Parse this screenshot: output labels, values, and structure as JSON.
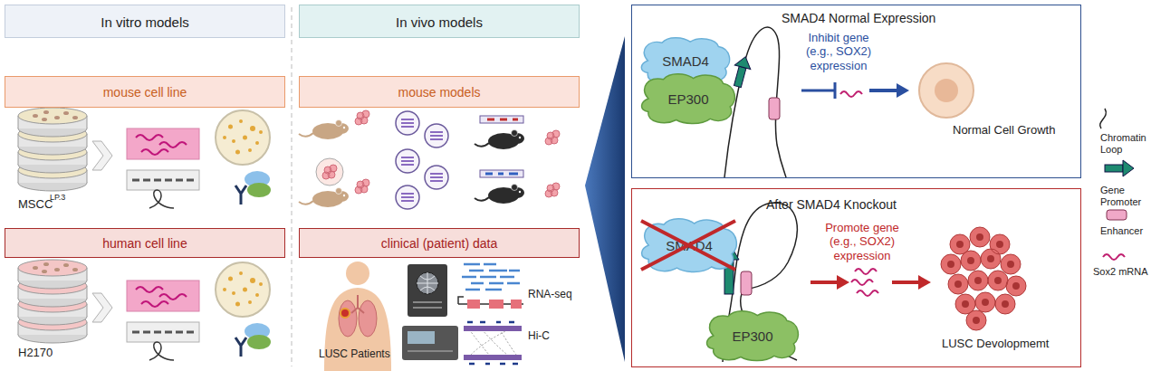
{
  "diagram": {
    "nodes": [
      {
        "text": [
          "In vitro models"
        ]
      },
      {
        "text": [
          "In vivo models"
        ]
      },
      {
        "text": [
          "mouse cell line"
        ]
      },
      {
        "text": [
          "mouse models"
        ]
      },
      {
        "text": [
          "human cell line"
        ]
      },
      {
        "text": [
          "clinical (patient) data"
        ]
      },
      {
        "text": [
          "SMAD4 Normal Expression"
        ]
      },
      {
        "text": [
          "SMAD4"
        ],
        "in": 6
      },
      {
        "text": [
          "EP300"
        ],
        "in": 6
      },
      {
        "text": [
          "After SMAD4 Knockout"
        ]
      },
      {
        "text": [
          "SMAD4"
        ],
        "in": 9
      },
      {
        "text": [
          "EP300"
        ],
        "in": 9
      }
    ],
    "labels": [
      "MSCC",
      "LP.3",
      "H2170",
      "LUSC Patients",
      "RNA-seq",
      "Hi-C",
      "Inhibit gene (e.g., SOX2) expression",
      "Normal Cell Growth",
      "Promote gene (e.g., SOX2) expression",
      "LUSC Devolopmemt"
    ],
    "legend": [
      {
        "text": "Chromatin Loop"
      },
      {
        "text": "Gene Promoter"
      },
      {
        "text": "Enhancer"
      },
      {
        "text": "Sox2 mRNA"
      }
    ]
  }
}
